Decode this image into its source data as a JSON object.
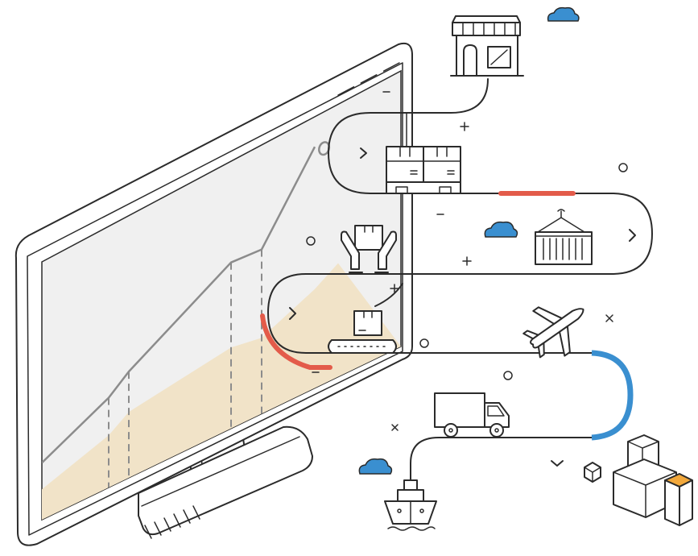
{
  "colors": {
    "ink": "#2b2b2b",
    "screen_fill": "#f0f0f0",
    "area_fill": "#f1e3c8",
    "trend_line": "#8c8c8c",
    "accent_red": "#e35b4a",
    "accent_blue": "#3a8fd0",
    "cube_orange": "#f2a83b"
  },
  "icons": [
    "monitor-icon",
    "store-icon",
    "cloud-icon",
    "stacked-boxes-icon",
    "shipping-container-icon",
    "hands-holding-box-icon",
    "conveyor-belt-icon",
    "airplane-icon",
    "delivery-truck-icon",
    "cargo-ship-icon",
    "isometric-cubes-icon",
    "chevron-right-icon",
    "chevron-down-icon"
  ],
  "chart_data": {
    "type": "area",
    "title": "",
    "xlabel": "",
    "ylabel": "",
    "x": [
      1,
      2,
      3,
      4,
      5,
      6
    ],
    "series": [
      {
        "values": [
          2.0,
          3.2,
          3.8,
          5.9,
          5.8,
          8.5
        ]
      },
      {
        "values": [
          1.0,
          1.8,
          2.3,
          2.8,
          2.6,
          3.4
        ]
      }
    ],
    "grid": false
  }
}
